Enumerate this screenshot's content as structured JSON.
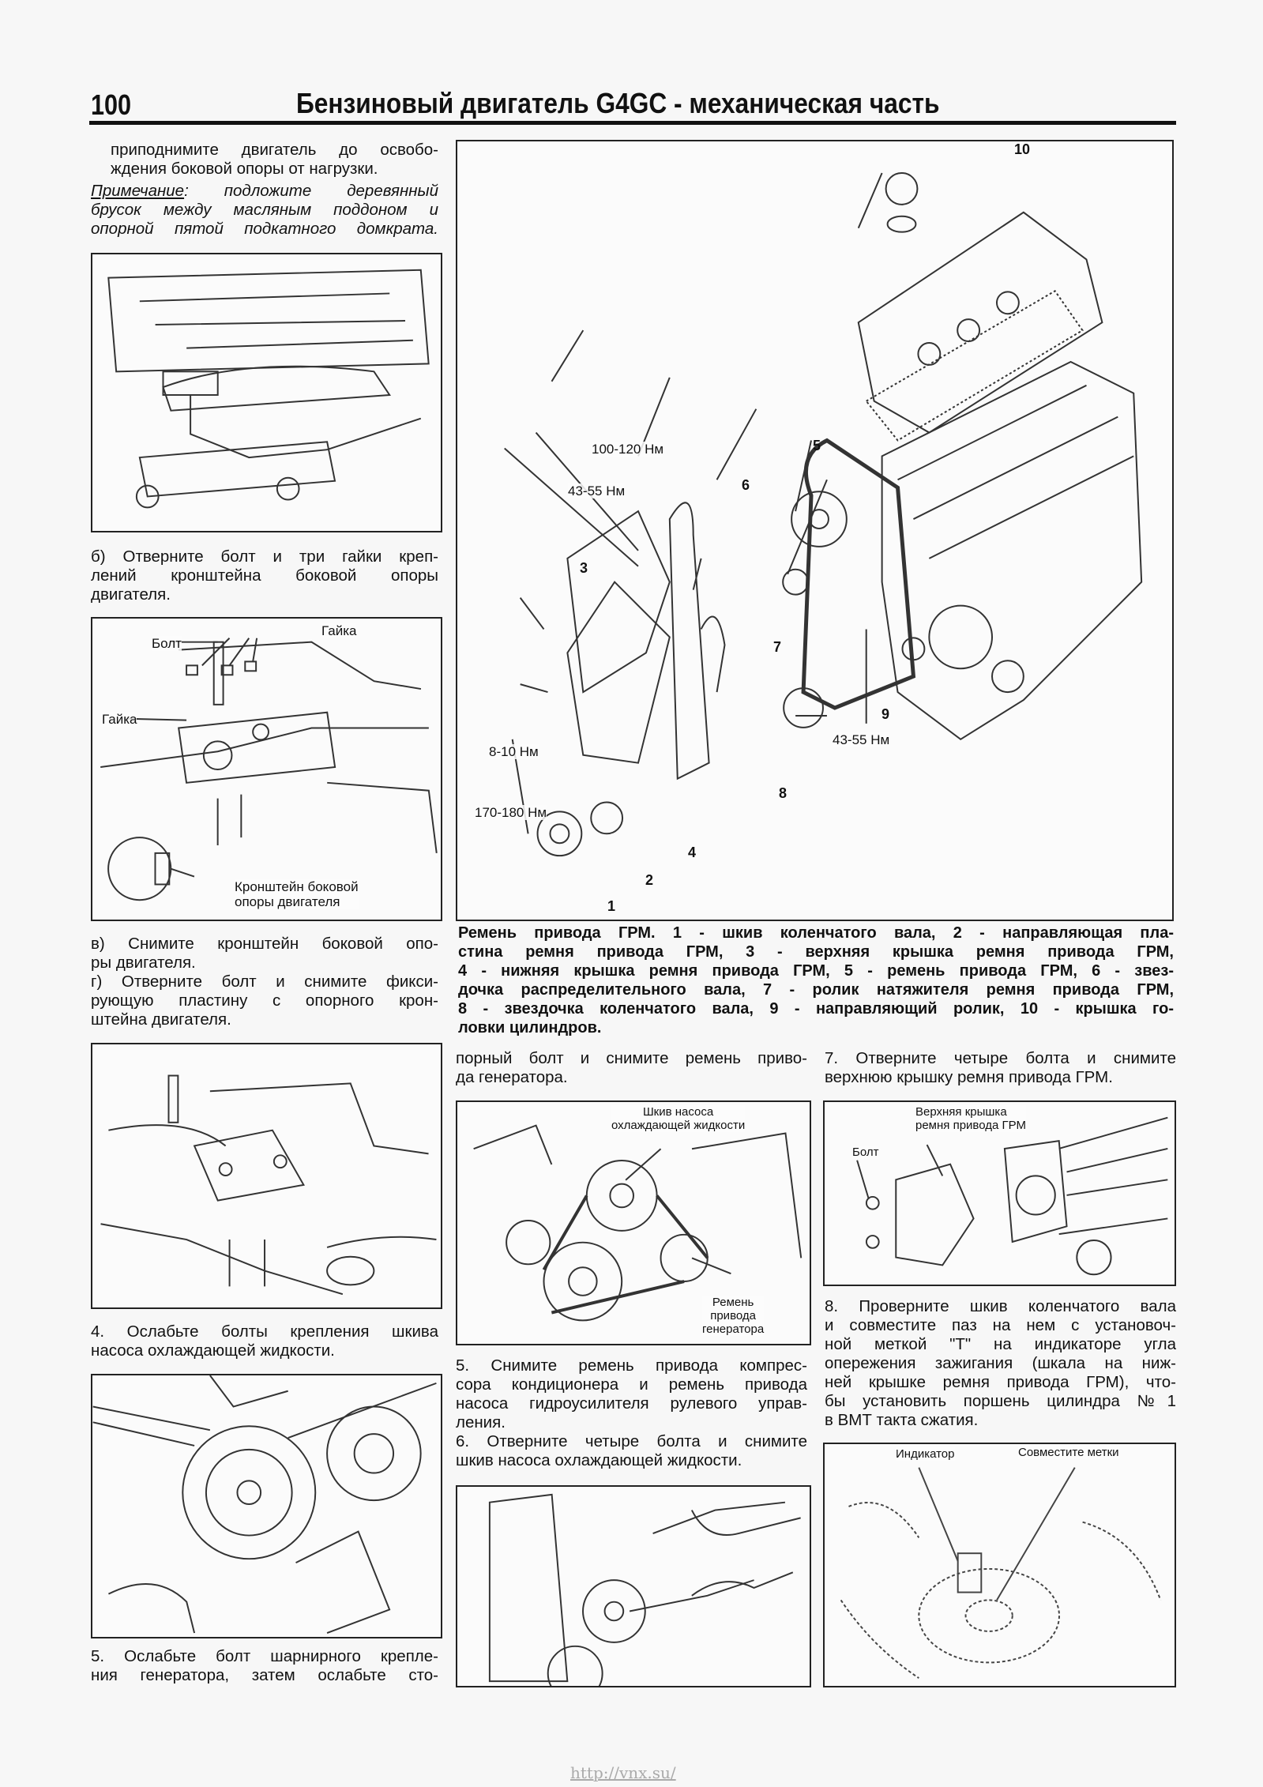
{
  "header": {
    "page_number": "100",
    "title": "Бензиновый двигатель G4GC - механическая часть"
  },
  "left": {
    "p1": [
      "приподнимите двигатель до освобо-",
      "ждения боковой опоры от нагрузки."
    ],
    "note_label": "Примечание",
    "note": [
      "подложите деревянный",
      "брусок между масляным поддоном и",
      "опорной пятой подкатного домкрата."
    ],
    "p2": [
      "б) Отверните болт и три гайки креп-",
      "лений кронштейна боковой опоры",
      "двигателя."
    ],
    "fig2": {
      "bolt": "Болт",
      "nut_top": "Гайка",
      "nut_left": "Гайка",
      "bracket": [
        "Кронштейн боковой",
        "опоры двигателя"
      ]
    },
    "p3": [
      "в) Снимите кронштейн боковой опо-",
      "ры двигателя.",
      "г) Отверните болт и снимите фикси-",
      "рующую пластину с опорного крон-",
      "штейна двигателя."
    ],
    "p4": [
      "4. Ослабьте болты крепления шкива",
      "насоса охлаждающей жидкости."
    ],
    "p5": [
      "5. Ослабьте болт шарнирного крепле-",
      "ния генератора, затем ослабьте сто-"
    ]
  },
  "main_figure": {
    "labels": {
      "n10": "10",
      "t1": "100-120 Нм",
      "t2": "43-55 Нм",
      "n5": "5",
      "n6": "6",
      "n3": "3",
      "n7": "7",
      "n9": "9",
      "t3": "43-55 Нм",
      "t4": "8-10 Нм",
      "n8": "8",
      "t5": "170-180 Нм",
      "n4": "4",
      "n2": "2",
      "n1": "1"
    },
    "caption": [
      "Ремень привода ГРМ. 1 - шкив коленчатого вала, 2 - направляющая пла-",
      "стина ремня привода ГРМ, 3 - верхняя крышка ремня привода ГРМ,",
      "4 - нижняя крышка ремня привода ГРМ, 5 - ремень привода ГРМ, 6 - звез-",
      "дочка распределительного вала, 7 - ролик натяжителя ремня привода ГРМ,",
      "8 - звездочка коленчатого вала, 9 - направляющий ролик, 10 - крышка го-",
      "ловки цилиндров."
    ]
  },
  "middle": {
    "p1": [
      "порный болт и снимите ремень приво-",
      "да генератора."
    ],
    "fig": {
      "pulley": [
        "Шкив насоса",
        "охлаждающей жидкости"
      ],
      "belt": [
        "Ремень",
        "привода",
        "генератора"
      ]
    },
    "p2": [
      "5. Снимите ремень привода компрес-",
      "сора кондиционера и ремень привода",
      "насоса гидроусилителя рулевого управ-",
      "ления.",
      "6. Отверните четыре болта и снимите",
      "шкив насоса охлаждающей жидкости."
    ]
  },
  "right": {
    "p1": [
      "7. Отверните четыре болта и снимите",
      "верхнюю крышку ремня привода ГРМ."
    ],
    "fig1": {
      "cover": [
        "Верхняя крышка",
        "ремня привода ГРМ"
      ],
      "bolt": "Болт"
    },
    "p2": [
      "8. Проверните шкив коленчатого вала",
      "и совместите паз на нем с установоч-",
      "ной меткой \"Т\" на индикаторе угла",
      "опережения зажигания (шкала на ниж-",
      "ней крышке ремня привода ГРМ), что-",
      "бы установить поршень цилиндра №1",
      "в ВМТ такта сжатия."
    ],
    "fig2": {
      "indicator": "Индикатор",
      "align": "Совместите метки"
    }
  },
  "footer": {
    "url": "http://vnx.su/"
  }
}
